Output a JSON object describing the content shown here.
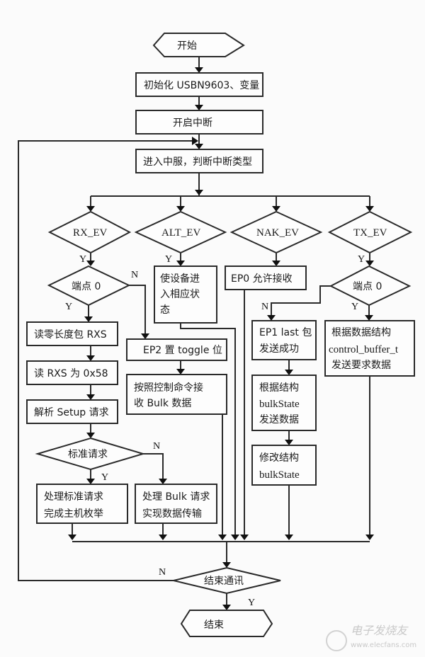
{
  "flowchart": {
    "start": "开始",
    "init": "初始化 USBN9603、变量",
    "enable_int": "开启中断",
    "enter_isr": "进入中服，判断中断类型",
    "rx_ev": "RX_EV",
    "alt_ev": "ALT_EV",
    "nak_ev": "NAK_EV",
    "tx_ev": "TX_EV",
    "rx_ep0": "端点 0",
    "tx_ep0": "端点 0",
    "alt_action_lines": [
      "使设备进",
      "入相应状",
      "态"
    ],
    "nak_action": "EP0 允许接收",
    "rx_read_zero": "读零长度包 RXS",
    "rx_read_rxs": "读 RXS 为 0x58",
    "rx_parse": "解析 Setup 请求",
    "ep2_toggle": "EP2 置 toggle 位",
    "bulk_recv_lines": [
      "按照控制命令接",
      "收 Bulk 数据"
    ],
    "std_request": "标准请求",
    "std_handle_lines": [
      "处理标准请求",
      "完成主机枚举"
    ],
    "bulk_handle_lines": [
      "处理 Bulk 请求",
      "实现数据传输"
    ],
    "ep1_last_lines": [
      "EP1 last 包",
      "发送成功"
    ],
    "bulk_send_lines": [
      "根据结构",
      "bulkState",
      "发送数据"
    ],
    "bulk_modify_lines": [
      "修改结构",
      "bulkState"
    ],
    "ctrl_send_lines": [
      "根据数据结构",
      "control_buffer_t",
      "发送要求数据"
    ],
    "end_comm": "结束通讯",
    "end": "结束",
    "labels": {
      "yes": "Y",
      "no": "N"
    }
  },
  "watermark": {
    "name": "电子发烧友",
    "url": "www.elecfans.com"
  }
}
